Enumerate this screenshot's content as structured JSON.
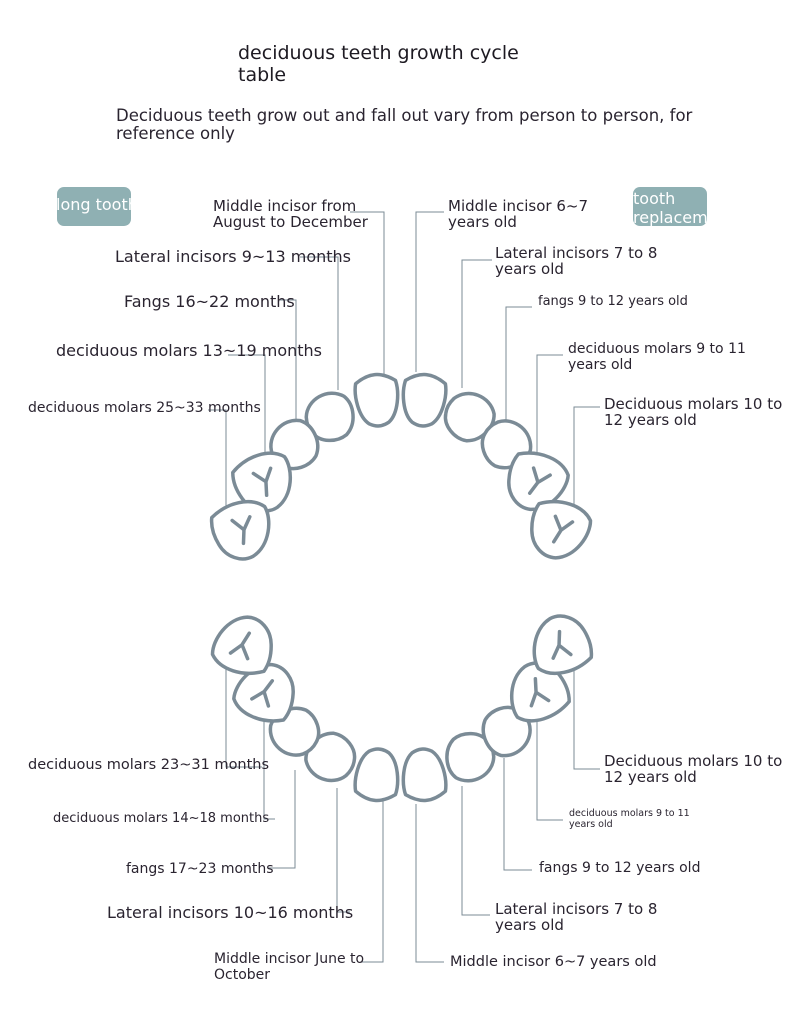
{
  "title": "deciduous teeth growth cycle table",
  "subtitle": "Deciduous teeth grow out and fall out vary from person to person, for reference only",
  "legend": {
    "growing_label": "long tooth",
    "replacement_label": "tooth replacement",
    "color": "#8fb0b3"
  },
  "tooth_color": "#7b8b96",
  "upper": {
    "left_labels": [
      "Middle incisor from August to December",
      "Lateral incisors 9~13 months",
      "Fangs 16~22 months",
      "deciduous molars 13~19 months",
      "deciduous molars 25~33 months"
    ],
    "right_labels": [
      "Middle incisor 6~7 years old",
      "Lateral incisors 7 to 8 years old",
      "fangs 9 to 12 years old",
      "deciduous molars 9 to 11 years old",
      "Deciduous molars 10 to 12 years old"
    ]
  },
  "lower": {
    "left_labels": [
      "deciduous molars 23~31 months",
      "deciduous molars 14~18 months",
      "fangs 17~23 months",
      "Lateral incisors 10~16 months",
      "Middle incisor June to October"
    ],
    "right_labels": [
      "Deciduous molars 10 to 12 years old",
      "deciduous molars 9 to 11 years old",
      "fangs 9 to 12 years old",
      "Lateral incisors 7 to 8 years old",
      "Middle incisor 6~7 years old"
    ]
  }
}
